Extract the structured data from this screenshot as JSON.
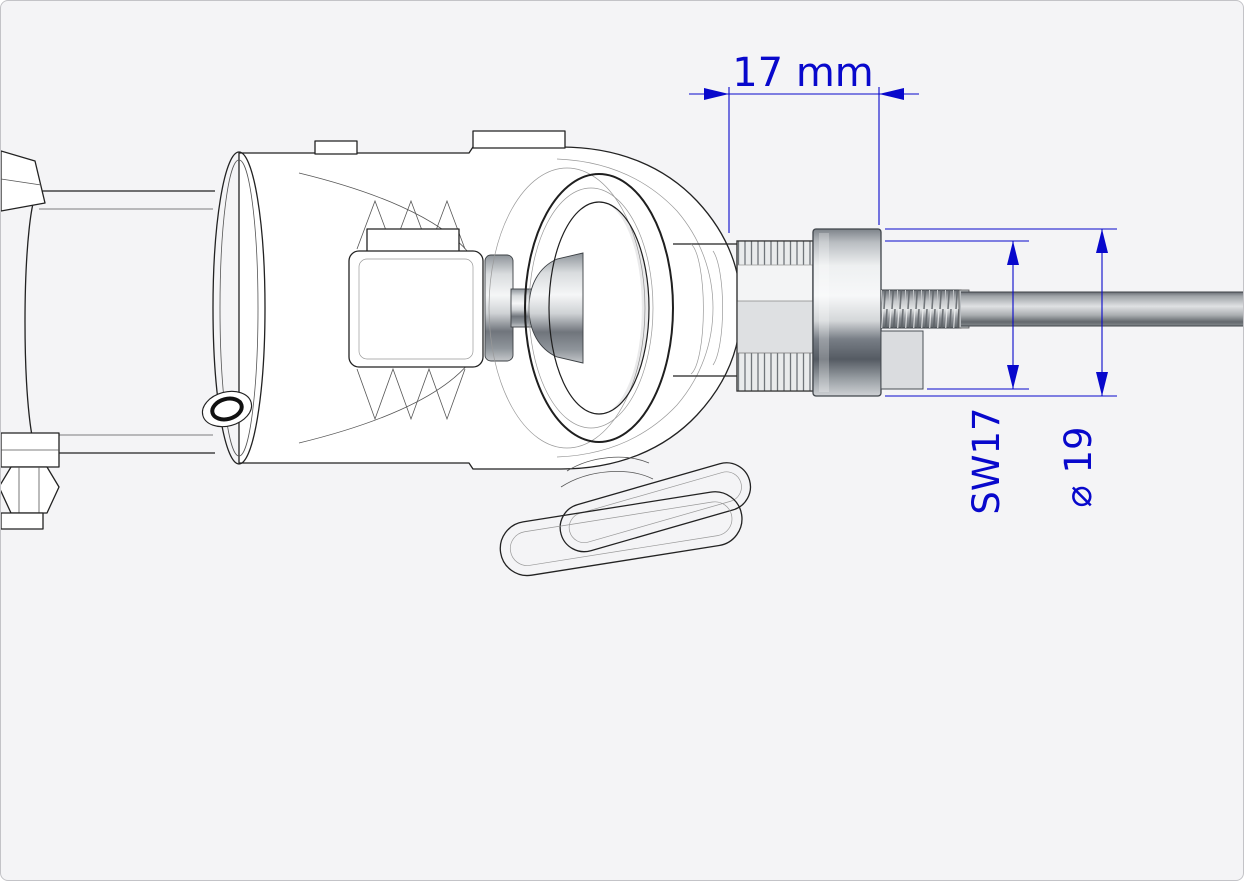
{
  "dimensions": {
    "top": {
      "label": "17 mm"
    },
    "across_flats": {
      "label": "SW17"
    },
    "diameter": {
      "label": "⌀ 19"
    }
  },
  "colors": {
    "dimension": "#0808cc",
    "line": "#222222",
    "background": "#f4f4f6"
  }
}
